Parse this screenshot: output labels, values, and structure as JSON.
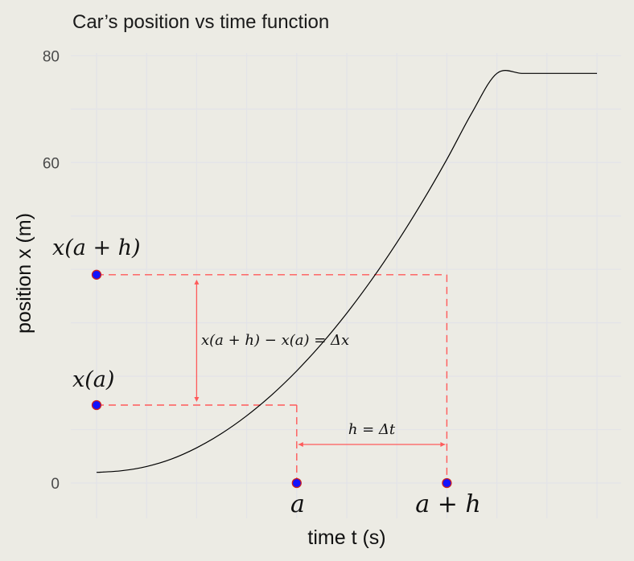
{
  "chart_data": {
    "type": "line",
    "title": "Car’s position vs time function",
    "xlabel": "time t (s)",
    "ylabel": "position x (m)",
    "y_ticks": [
      {
        "value": 0,
        "label": "0"
      },
      {
        "value": 60,
        "label": "60"
      },
      {
        "value": 80,
        "label": "80"
      }
    ],
    "xlim": [
      0,
      10
    ],
    "ylim": [
      -1.5,
      80.5
    ],
    "grid": true,
    "curve": {
      "x": [
        0,
        0.5,
        1,
        1.5,
        2,
        2.5,
        3,
        3.5,
        4,
        4.5,
        5,
        5.5,
        6,
        6.5,
        7,
        7.5,
        8,
        8.5,
        9,
        9.5,
        10
      ],
      "y": [
        2.0,
        2.3,
        3.1,
        4.5,
        6.6,
        9.3,
        12.6,
        16.5,
        21.0,
        26.1,
        31.8,
        38.1,
        45.0,
        52.5,
        60.6,
        69.3,
        76.7,
        76.7,
        76.7,
        76.7,
        76.7
      ]
    },
    "points": {
      "a": 4,
      "a_plus_h": 7,
      "x_a": 14.6,
      "x_a_plus_h": 39.0,
      "a_label": "a",
      "a_plus_h_label": "a + h",
      "x_a_label": "x(a)",
      "x_a_plus_h_label": "x(a + h)"
    },
    "annotations": {
      "delta_x": "x(a + h) − x(a) = Δx",
      "delta_t": "h = Δt"
    },
    "colors": {
      "curve": "#000000",
      "guides": "#ff5a5a",
      "points": "#1212ff",
      "point_edge": "#cc1f1f",
      "grid": "#e3e3e8",
      "background": "#ecebe4"
    }
  }
}
